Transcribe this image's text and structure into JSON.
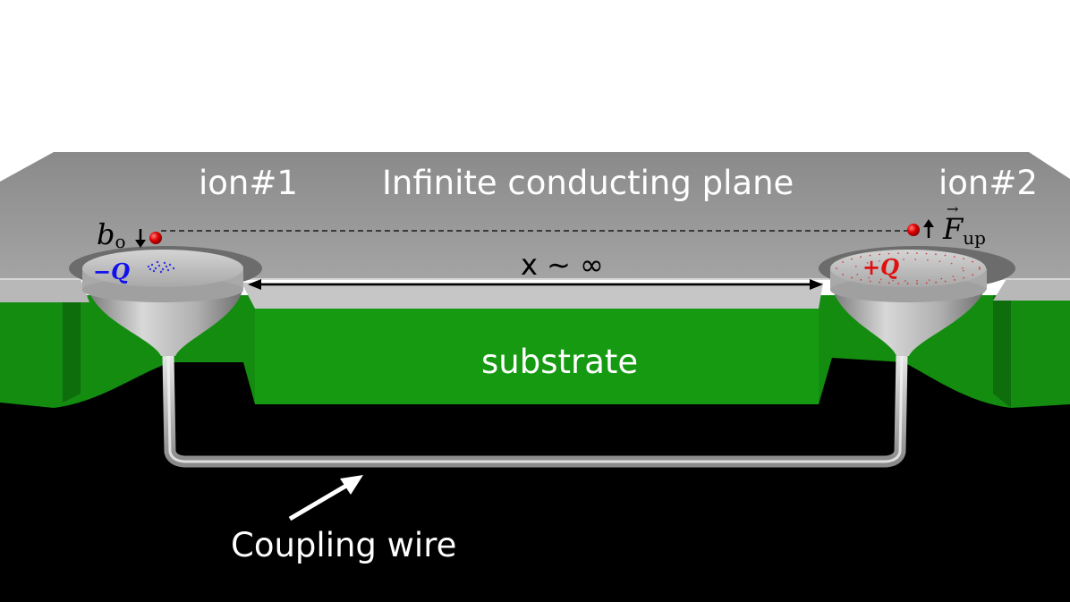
{
  "labels": {
    "ion1": "ion#1",
    "plane": "Infinite conducting plane",
    "ion2": "ion#2",
    "distance": "x ∼ ∞",
    "b_symbol": "b",
    "b_sub": "o",
    "force_symbol": "F",
    "force_sub": "up",
    "neg_charge": "−Q",
    "pos_charge": "+Q",
    "substrate": "substrate",
    "wire": "Coupling wire"
  },
  "colors": {
    "plane": "#9c9c9c",
    "substrate": "#138c10",
    "background": "#000000",
    "ion": "#e00000",
    "neg_charge": "#1111ee",
    "pos_charge": "#e01010"
  }
}
